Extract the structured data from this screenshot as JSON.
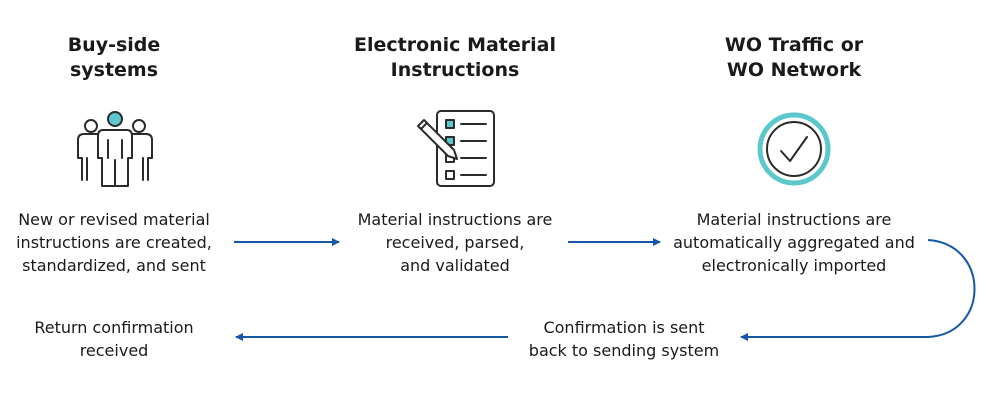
{
  "colors": {
    "arrow": "#1557a6",
    "icon_stroke": "#2b2b2b",
    "icon_accent": "#5cc7cc"
  },
  "icons": {
    "col1": "people-group-icon",
    "col2": "checklist-pencil-icon",
    "col3": "checkmark-circle-icon"
  },
  "columns": [
    {
      "title": [
        "Buy-side",
        "systems"
      ],
      "description": [
        "New or revised material",
        "instructions are created,",
        "standardized, and sent"
      ]
    },
    {
      "title": [
        "Electronic Material",
        "Instructions"
      ],
      "description": [
        "Material instructions are",
        "received, parsed,",
        "and validated"
      ]
    },
    {
      "title": [
        "WO Traffic or",
        "WO Network"
      ],
      "description": [
        "Material instructions are",
        "automatically aggregated and",
        "electronically imported"
      ]
    }
  ],
  "bottom_row": {
    "confirmation_sent": [
      "Confirmation is sent",
      "back to sending system"
    ],
    "return_received": [
      "Return confirmation",
      "received"
    ]
  }
}
